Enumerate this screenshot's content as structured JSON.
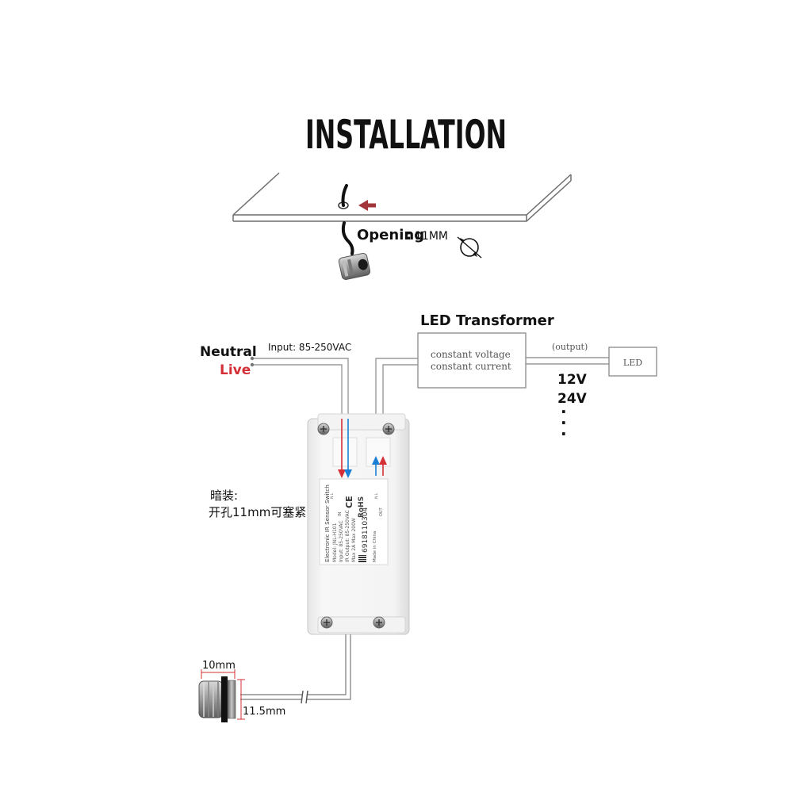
{
  "title": "INSTALLATION",
  "opening": {
    "label": "Opening",
    "separator": ":",
    "value": "11MM"
  },
  "input": {
    "label": "Input: 85-250VAC",
    "neutral": "Neutral",
    "live": "Live"
  },
  "transformer": {
    "title": "LED Transformer",
    "line1": "constant voltage",
    "line2": "constant current"
  },
  "output": {
    "label": "(output)",
    "load": "LED",
    "voltages": [
      "12V",
      "24V"
    ],
    "more": [
      "·",
      "·",
      "·"
    ]
  },
  "switch_label": {
    "line1": "Electronic IR Sensor Switch",
    "line2": "Model: JNL-H101",
    "line3": "Input: 85-250VAC",
    "line4": "IR  Output: 85-250VAC",
    "line5": "Max 2A Max 200W",
    "barcode": "6918110304",
    "origin": "Made in China",
    "ce": "CE",
    "rohs": "RoHS",
    "term_in": "IN",
    "term_out": "OUT",
    "in_markings": "N  L",
    "out_markings": "N  L"
  },
  "chinese_note": {
    "line1": "暗装:",
    "line2": "开孔11mm可塞紧"
  },
  "sensor_dims": {
    "width": "10mm",
    "height": "11.5mm"
  },
  "colors": {
    "live": "#d42f36",
    "neutral": "#1a7fd4",
    "accent_arrow": "#a2353a",
    "line": "#888888"
  }
}
